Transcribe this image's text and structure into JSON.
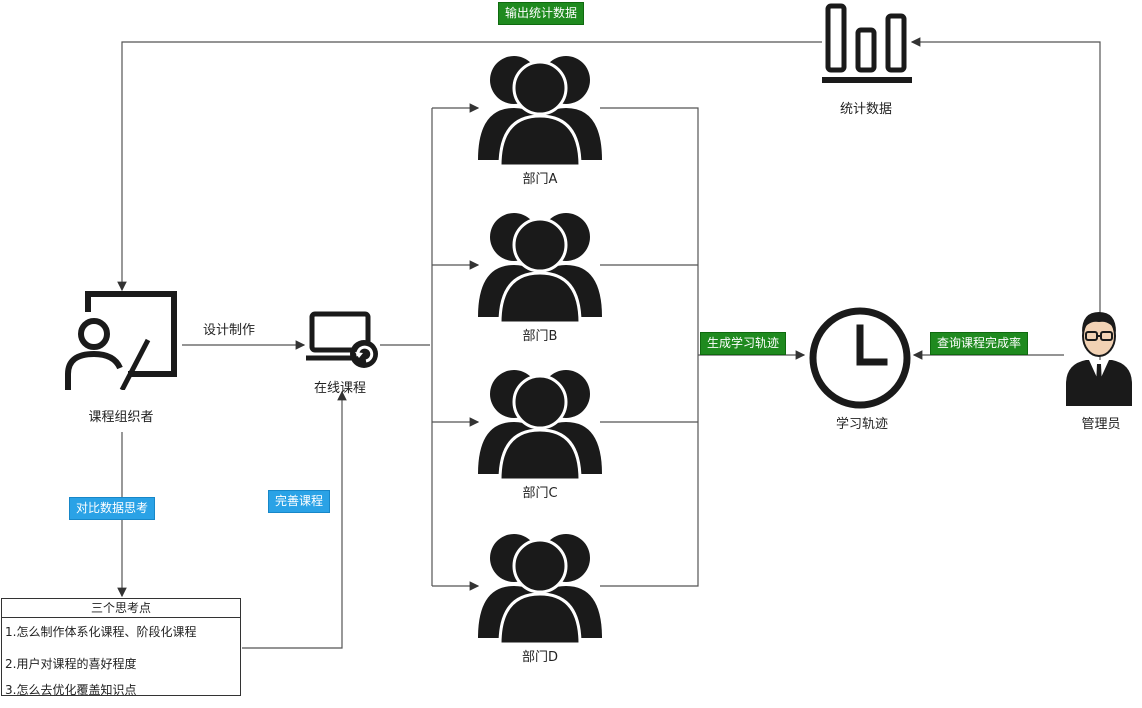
{
  "nodes": {
    "course_organizer": "课程组织者",
    "online_course": "在线课程",
    "dept_a": "部门A",
    "dept_b": "部门B",
    "dept_c": "部门C",
    "dept_d": "部门D",
    "learning_track": "学习轨迹",
    "stats_data": "统计数据",
    "admin": "管理员"
  },
  "edges": {
    "design_make": "设计制作",
    "output_stats": "输出统计数据",
    "generate_track": "生成学习轨迹",
    "query_completion": "查询课程完成率",
    "compare_data": "对比数据思考",
    "improve_course": "完善课程"
  },
  "notes": {
    "title": "三个思考点",
    "items": [
      "1.怎么制作体系化课程、阶段化课程",
      "2.用户对课程的喜好程度",
      "3.怎么去优化覆盖知识点"
    ]
  },
  "colors": {
    "green_tag": "#1f8a1f",
    "blue_tag": "#2aa2e6",
    "icon": "#1a1a1a"
  }
}
